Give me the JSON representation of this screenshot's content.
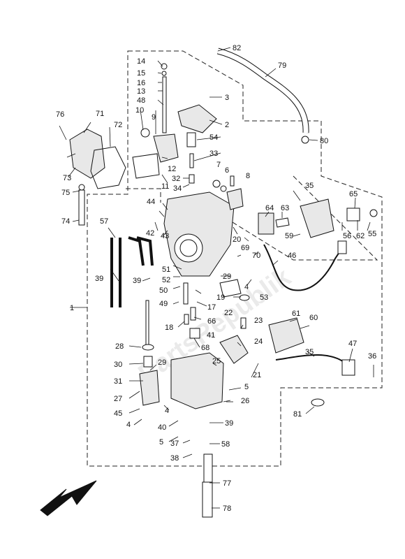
{
  "watermark": "PartsRepublik",
  "callouts": {
    "c1": "1",
    "c2": "2",
    "c3": "3",
    "c4a": "4",
    "c4b": "4",
    "c4c": "4",
    "c5a": "5",
    "c5b": "5",
    "c6": "6",
    "c7": "7",
    "c8": "8",
    "c9": "9",
    "c10": "10",
    "c11": "11",
    "c12": "12",
    "c13": "13",
    "c14": "14",
    "c15": "15",
    "c16": "16",
    "c17": "17",
    "c18": "18",
    "c19": "19",
    "c20": "20",
    "c21": "21",
    "c22": "22",
    "c23": "23",
    "c24": "24",
    "c25": "25",
    "c26": "26",
    "c27": "27",
    "c28": "28",
    "c29a": "29",
    "c29b": "29",
    "c30": "30",
    "c31": "31",
    "c32": "32",
    "c33": "33",
    "c34": "34",
    "c35a": "35",
    "c35b": "35",
    "c36": "36",
    "c37": "37",
    "c38": "38",
    "c39a": "39",
    "c39b": "39",
    "c39c": "39",
    "c40": "40",
    "c41": "41",
    "c42": "42",
    "c43": "43",
    "c44": "44",
    "c45": "45",
    "c46": "46",
    "c47": "47",
    "c48": "48",
    "c49": "49",
    "c50": "50",
    "c51": "51",
    "c52": "52",
    "c53": "53",
    "c54": "54",
    "c55": "55",
    "c56": "56",
    "c57": "57",
    "c58": "58",
    "c59": "59",
    "c60": "60",
    "c61": "61",
    "c62": "62",
    "c63": "63",
    "c64": "64",
    "c65": "65",
    "c66": "66",
    "c68": "68",
    "c69": "69",
    "c70": "70",
    "c71": "71",
    "c72": "72",
    "c73": "73",
    "c74": "74",
    "c75": "75",
    "c76": "76",
    "c77": "77",
    "c78": "78",
    "c79": "79",
    "c80": "80",
    "c81": "81",
    "c82": "82"
  }
}
